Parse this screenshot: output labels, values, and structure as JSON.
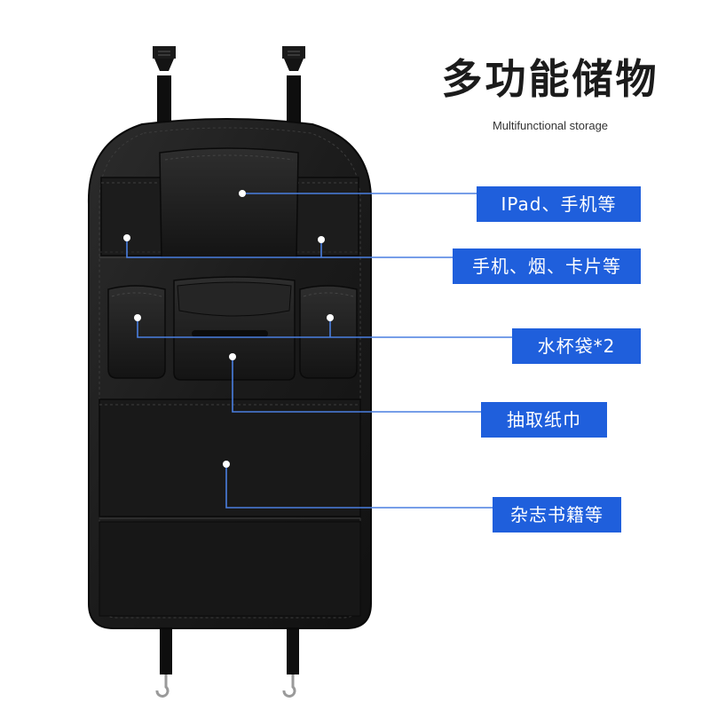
{
  "headline": "多功能储物",
  "subtitle": "Multifunctional storage",
  "callouts": {
    "ipad": "IPad、手机等",
    "phone": "手机、烟、卡片等",
    "cup": "水杯袋*2",
    "tissue": "抽取纸巾",
    "magazine": "杂志书籍等"
  },
  "colors": {
    "label_bg": "#1f5fdc",
    "label_text": "#ffffff",
    "organizer": "#1e1e1e",
    "headline": "#1b1b1b"
  }
}
